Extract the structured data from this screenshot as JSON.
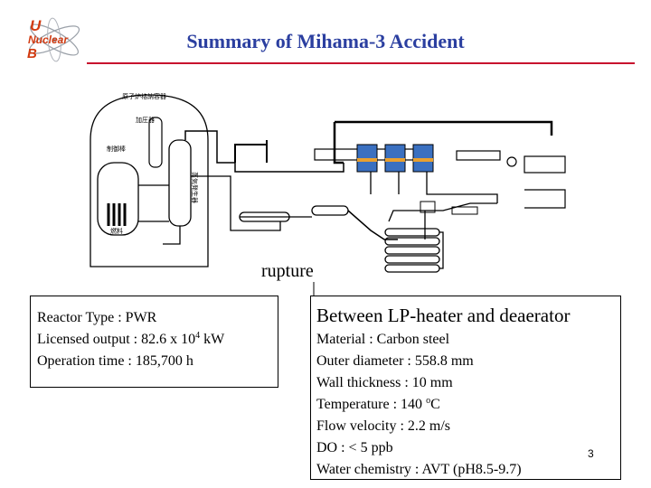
{
  "logo": {
    "line1": "U",
    "line2": "Nuclear",
    "line3": "B"
  },
  "title": "Summary of Mihama-3 Accident",
  "diagram": {
    "labels": {
      "containment": "原子炉格納容器",
      "pressurizer": "加圧器",
      "control_rod": "制御棒",
      "steam_generator": "蒸気発生器",
      "fuel": "燃料"
    },
    "rupture_label": "rupture",
    "colors": {
      "heater_blue": "#3a70c0",
      "heater_orange": "#e8a030"
    }
  },
  "reactor_box": {
    "type_label": "Reactor Type : PWR",
    "output_prefix": "Licensed output : 82.6 x 10",
    "output_exp": "4",
    "output_unit": " kW",
    "operation": "Operation time : 185,700 h"
  },
  "pipe_box": {
    "heading": "Between LP-heater and deaerator",
    "material": "Material : Carbon steel",
    "outer_diameter": "Outer diameter : 558.8 mm",
    "wall_thickness": "Wall thickness : 10 mm",
    "temp_prefix": "Temperature : 140 ",
    "temp_deg": "o",
    "temp_unit": "C",
    "flow_velocity": "Flow velocity : 2.2 m/s",
    "do_value": "DO : < 5 ppb",
    "water_chemistry": "Water chemistry : AVT (pH8.5-9.7)"
  },
  "page_number": "3"
}
